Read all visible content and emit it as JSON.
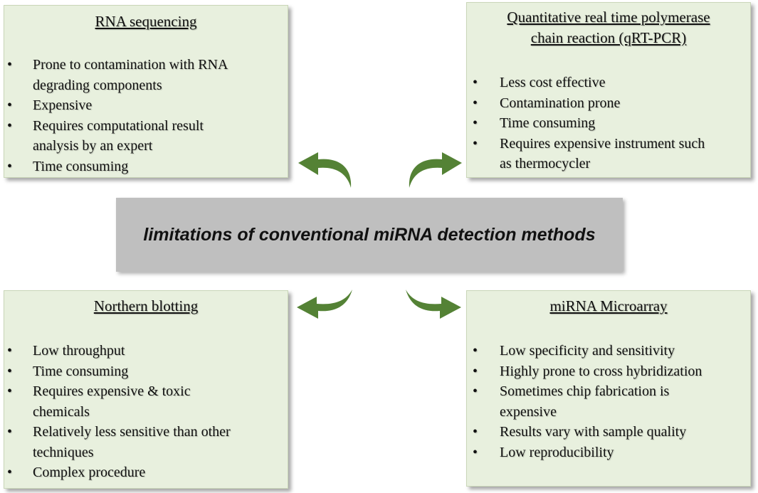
{
  "center": {
    "title": "limitations of conventional miRNA detection methods"
  },
  "colors": {
    "box_fill": "#e8f0de",
    "center_fill": "#bfbfbf",
    "arrow": "#548235"
  },
  "boxes": {
    "rna_seq": {
      "title": "RNA sequencing",
      "items": [
        [
          "Prone to contamination with RNA",
          "degrading components"
        ],
        [
          "Expensive"
        ],
        [
          "Requires computational result",
          "analysis by an expert"
        ],
        [
          "Time consuming"
        ]
      ]
    },
    "qpcr": {
      "title_line1": "Quantitative real time polymerase",
      "title_line2": "chain reaction (qRT-PCR)",
      "items": [
        [
          "Less cost effective"
        ],
        [
          "Contamination prone"
        ],
        [
          "Time consuming"
        ],
        [
          "Requires expensive instrument such",
          "as thermocycler"
        ]
      ]
    },
    "northern": {
      "title": "Northern blotting",
      "items": [
        [
          "Low throughput"
        ],
        [
          "Time consuming"
        ],
        [
          "Requires expensive & toxic",
          "chemicals"
        ],
        [
          "Relatively less sensitive than other",
          "techniques"
        ],
        [
          "Complex procedure"
        ]
      ]
    },
    "microarray": {
      "title": "miRNA Microarray",
      "items": [
        [
          "Low specificity and sensitivity"
        ],
        [
          "Highly prone to cross hybridization"
        ],
        [
          "Sometimes chip fabrication is",
          "expensive"
        ],
        [
          "Results vary with sample quality"
        ],
        [
          "Low reproducibility"
        ]
      ]
    }
  },
  "bullet": "•"
}
